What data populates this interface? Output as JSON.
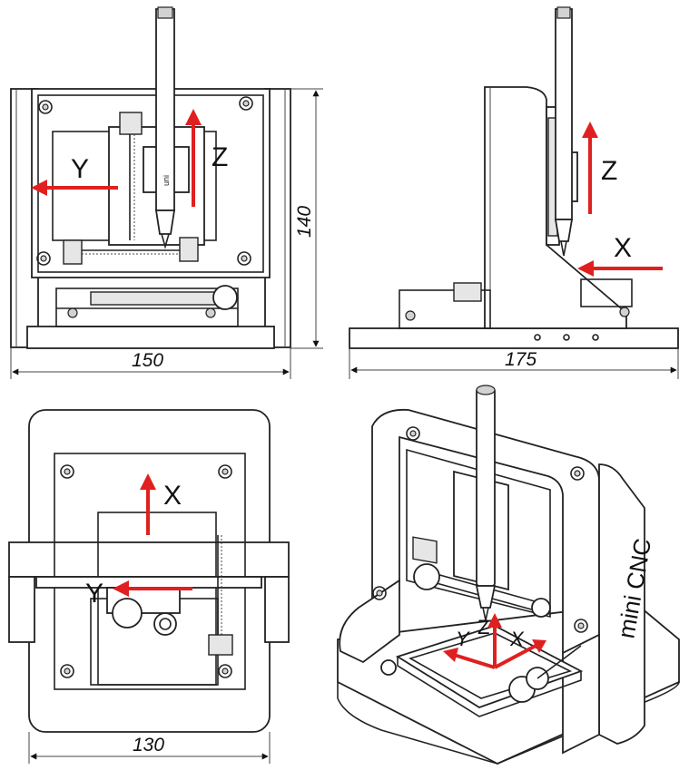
{
  "dimensions": {
    "front_width": "150",
    "front_height": "140",
    "side_depth": "175",
    "top_width": "130"
  },
  "axes": {
    "front_y": "Y",
    "front_z": "Z",
    "side_z": "Z",
    "side_x": "X",
    "top_x": "X",
    "top_y": "Y",
    "iso_x": "X",
    "iso_y": "Y",
    "iso_z": "Z"
  },
  "brand": {
    "iso_label": "mini CNC",
    "pen_label": "uni"
  },
  "colors": {
    "axis_arrow": "#e02020",
    "line": "#222222"
  }
}
